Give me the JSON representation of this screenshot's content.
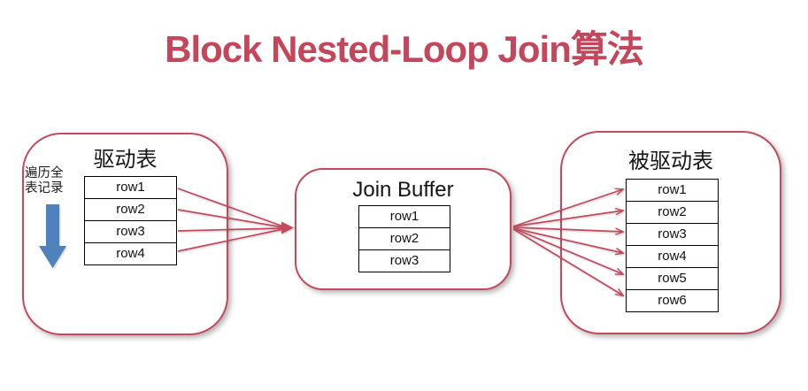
{
  "title": "Block Nested-Loop Join算法",
  "colors": {
    "title_red": "#C4465A",
    "box_border_red": "#C5485C",
    "arrow_red": "#C5485C",
    "traverse_arrow_blue": "#4F81BD",
    "table_border": "#000000"
  },
  "driving_table_box": {
    "title": "驱动表",
    "side_label_lines": [
      "遍历全",
      "表记录"
    ],
    "rows": [
      "row1",
      "row2",
      "row3",
      "row4"
    ]
  },
  "join_buffer_box": {
    "title": "Join Buffer",
    "rows": [
      "row1",
      "row2",
      "row3"
    ]
  },
  "driven_table_box": {
    "title": "被驱动表",
    "rows": [
      "row1",
      "row2",
      "row3",
      "row4",
      "row5",
      "row6"
    ]
  }
}
